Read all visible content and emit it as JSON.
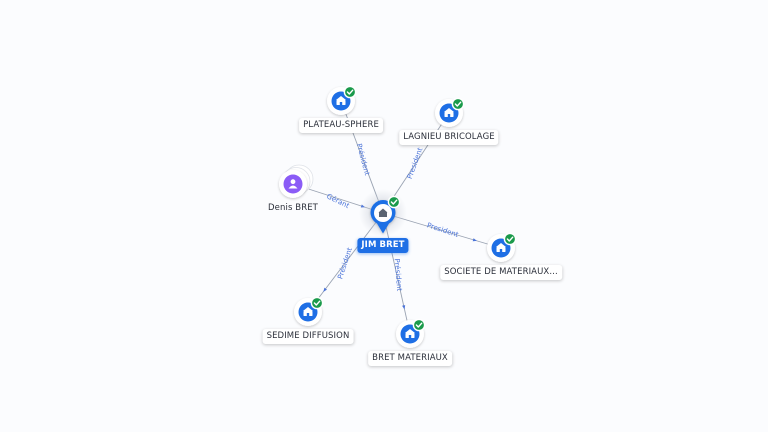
{
  "graph": {
    "center": {
      "id": "jim",
      "label": "JIM BRET",
      "type": "company",
      "verified": true
    },
    "nodes": [
      {
        "id": "plateau",
        "label": "PLATEAU-SPHERE",
        "type": "company",
        "verified": true
      },
      {
        "id": "lagnieu",
        "label": "LAGNIEU BRICOLAGE",
        "type": "company",
        "verified": true
      },
      {
        "id": "denis",
        "label": "Denis BRET",
        "type": "person",
        "verified": false
      },
      {
        "id": "societe",
        "label": "SOCIETE DE MATERIAUX...",
        "type": "company",
        "verified": true
      },
      {
        "id": "sedime",
        "label": "SEDIME DIFFUSION",
        "type": "company",
        "verified": true
      },
      {
        "id": "bretmat",
        "label": "BRET MATERIAUX",
        "type": "company",
        "verified": true
      }
    ],
    "edges": [
      {
        "from": "jim",
        "to": "plateau",
        "label": "Président"
      },
      {
        "from": "jim",
        "to": "lagnieu",
        "label": "President"
      },
      {
        "from": "denis",
        "to": "jim",
        "label": "Gérant"
      },
      {
        "from": "jim",
        "to": "societe",
        "label": "President"
      },
      {
        "from": "jim",
        "to": "sedime",
        "label": "Président"
      },
      {
        "from": "jim",
        "to": "bretmat",
        "label": "Président"
      }
    ]
  },
  "icons": {
    "company": "building-icon",
    "person": "person-icon",
    "verified": "check-badge-icon"
  },
  "colors": {
    "company_fill": "#1f6fe5",
    "person_fill": "#8b5cf6",
    "verified_badge": "#1a9a4b",
    "edge_line": "#9aa3b2",
    "edge_label": "#4a73d9",
    "center_label_bg": "#1f6fe5"
  }
}
